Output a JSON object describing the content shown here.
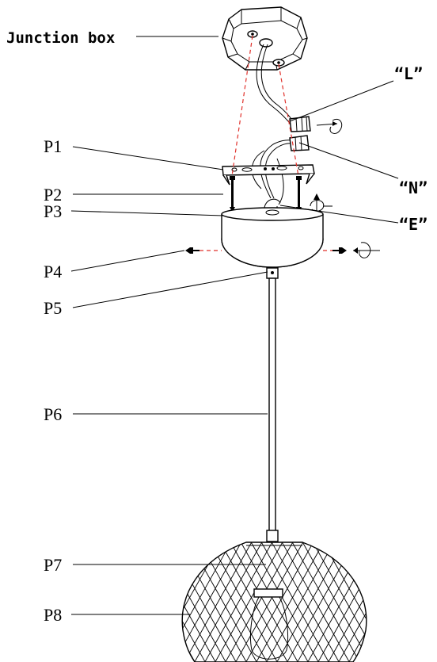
{
  "labels": {
    "junction_box": "Junction box",
    "live": "“L”",
    "neutral": "“N”",
    "earth": "“E”",
    "p1": "P1",
    "p2": "P2",
    "p3": "P3",
    "p4": "P4",
    "p5": "P5",
    "p6": "P6",
    "p7": "P7",
    "p8": "P8"
  },
  "colors": {
    "line": "#000000",
    "guide_dash": "#e0312b",
    "background": "#ffffff"
  },
  "icons": {
    "rotate_cw": "rotate-arrow-icon"
  }
}
